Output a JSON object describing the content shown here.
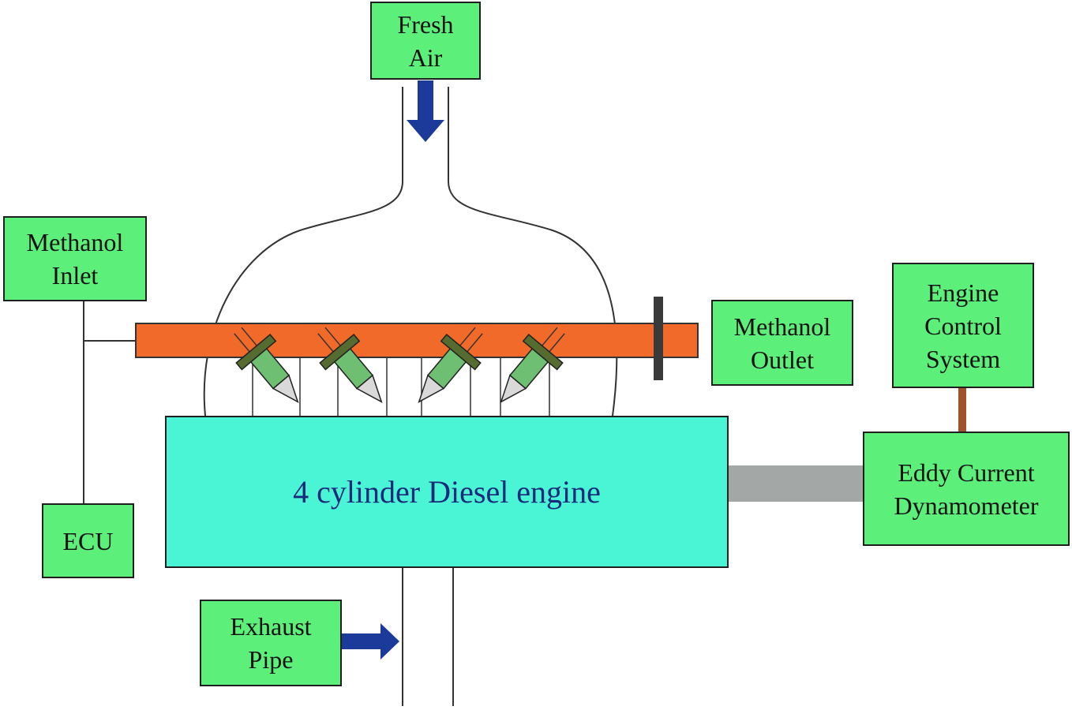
{
  "labels": {
    "fresh_air": [
      "Fresh",
      "Air"
    ],
    "methanol_inlet": [
      "Methanol",
      "Inlet"
    ],
    "methanol_outlet": [
      "Methanol",
      "Outlet"
    ],
    "engine_control": [
      "Engine",
      "Control",
      "System"
    ],
    "dynamometer": [
      "Eddy Current",
      "Dynamometer"
    ],
    "ecu": "ECU",
    "exhaust": [
      "Exhaust",
      "Pipe"
    ],
    "engine": "4 cylinder Diesel engine"
  },
  "colors": {
    "label_box": "#5cef7a",
    "engine": "#4af5d5",
    "fuel_rail": "#f26a2a",
    "arrow": "#1c3a9a",
    "shaft": "#a3a8a6",
    "link": "#a0522d",
    "injector_body": "#6fbf73",
    "injector_clamp": "#556b2f"
  }
}
